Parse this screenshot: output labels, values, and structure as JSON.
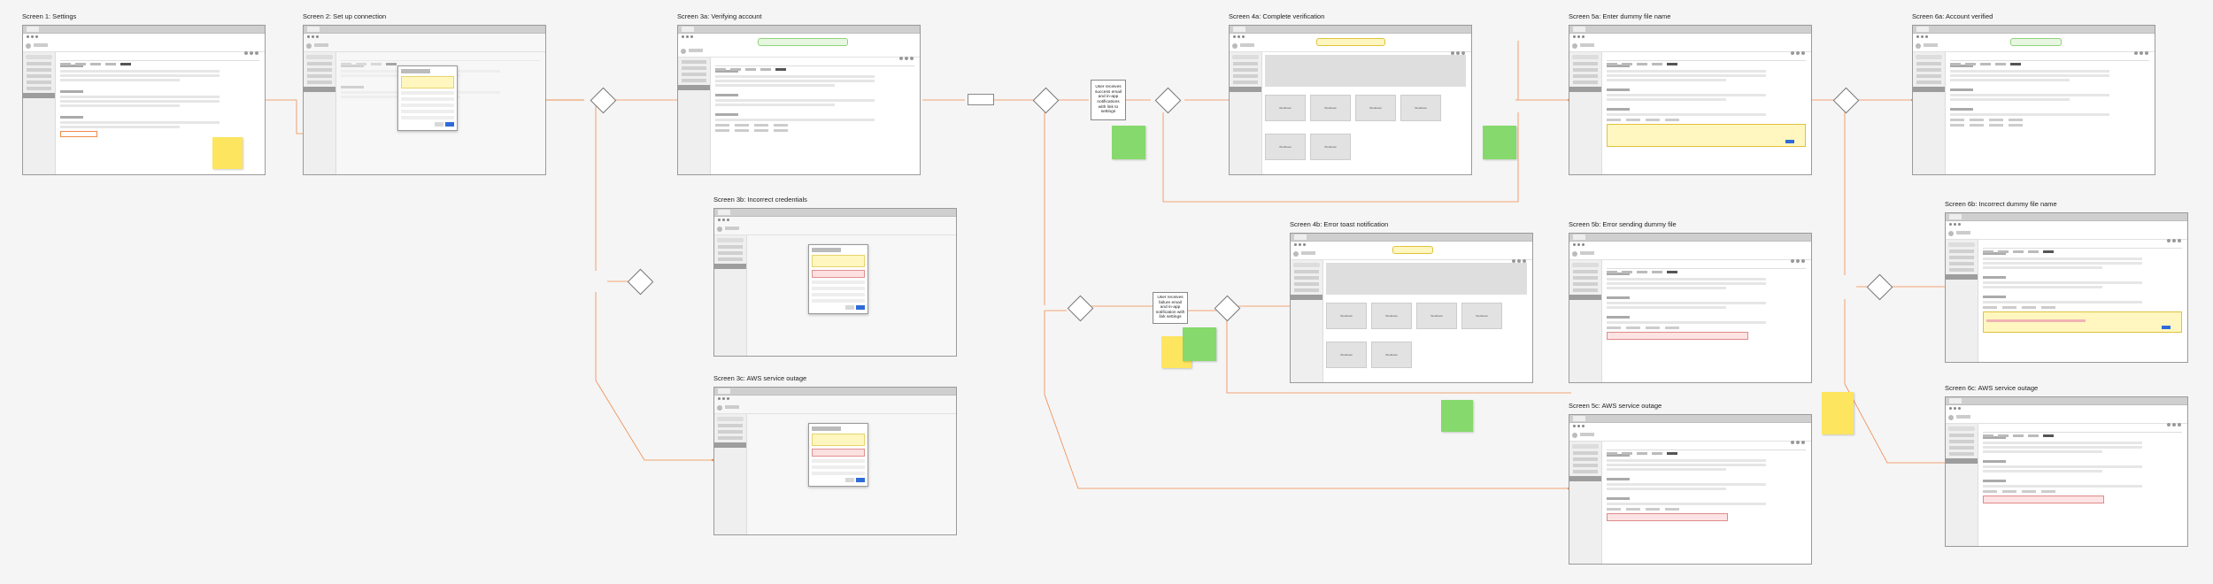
{
  "screens": {
    "s1": {
      "title": "Screen 1: Settings"
    },
    "s2": {
      "title": "Screen 2: Set up connection"
    },
    "s3a": {
      "title": "Screen 3a: Verifying account"
    },
    "s3b": {
      "title": "Screen 3b: Incorrect credentials"
    },
    "s3c": {
      "title": "Screen 3c: AWS service outage"
    },
    "s4a": {
      "title": "Screen 4a: Complete verification"
    },
    "s4b": {
      "title": "Screen 4b: Error toast notification"
    },
    "s5a": {
      "title": "Screen 5a: Enter dummy file name"
    },
    "s5b": {
      "title": "Screen 5b: Error sending dummy file"
    },
    "s5c": {
      "title": "Screen 5c: AWS service outage"
    },
    "s6a": {
      "title": "Screen 6a: Account verified"
    },
    "s6b": {
      "title": "Screen 6b: Incorrect dummy file name"
    },
    "s6c": {
      "title": "Screen 6c: AWS service outage"
    }
  },
  "process_boxes": {
    "success_email": "User receives success email and in-app notifications with link to settings",
    "failure_email": "User receives failure email and in-app notification with link settings"
  },
  "cards": {
    "label": "Workbook"
  },
  "colors": {
    "connector": "#f08a4b",
    "sticky_yellow": "#fde55f",
    "sticky_green": "#86d96c",
    "primary_button": "#2f6bd8"
  }
}
